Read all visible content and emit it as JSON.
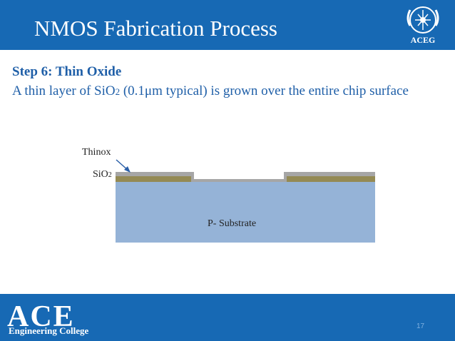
{
  "slide": {
    "title": "NMOS Fabrication Process",
    "logo_text": "ACEG",
    "step_title": "Step 6: Thin Oxide",
    "desc_pre": "A thin layer of SiO",
    "desc_sub": "2",
    "desc_post": " (0.1μm typical) is grown over the entire chip surface",
    "page_number": "17"
  },
  "diagram": {
    "label_thinox": "Thinox",
    "label_sio": "SiO",
    "label_sio_sub": "2",
    "label_substrate": "P- Substrate"
  },
  "footer": {
    "brand": "ACE",
    "brand_sub": "Engineering College"
  },
  "colors": {
    "header": "#1769b4",
    "substrate": "#95b3d7",
    "field_oxide": "#948a54",
    "thin_oxide": "#a6a6a6",
    "text": "#1f5fa8"
  }
}
